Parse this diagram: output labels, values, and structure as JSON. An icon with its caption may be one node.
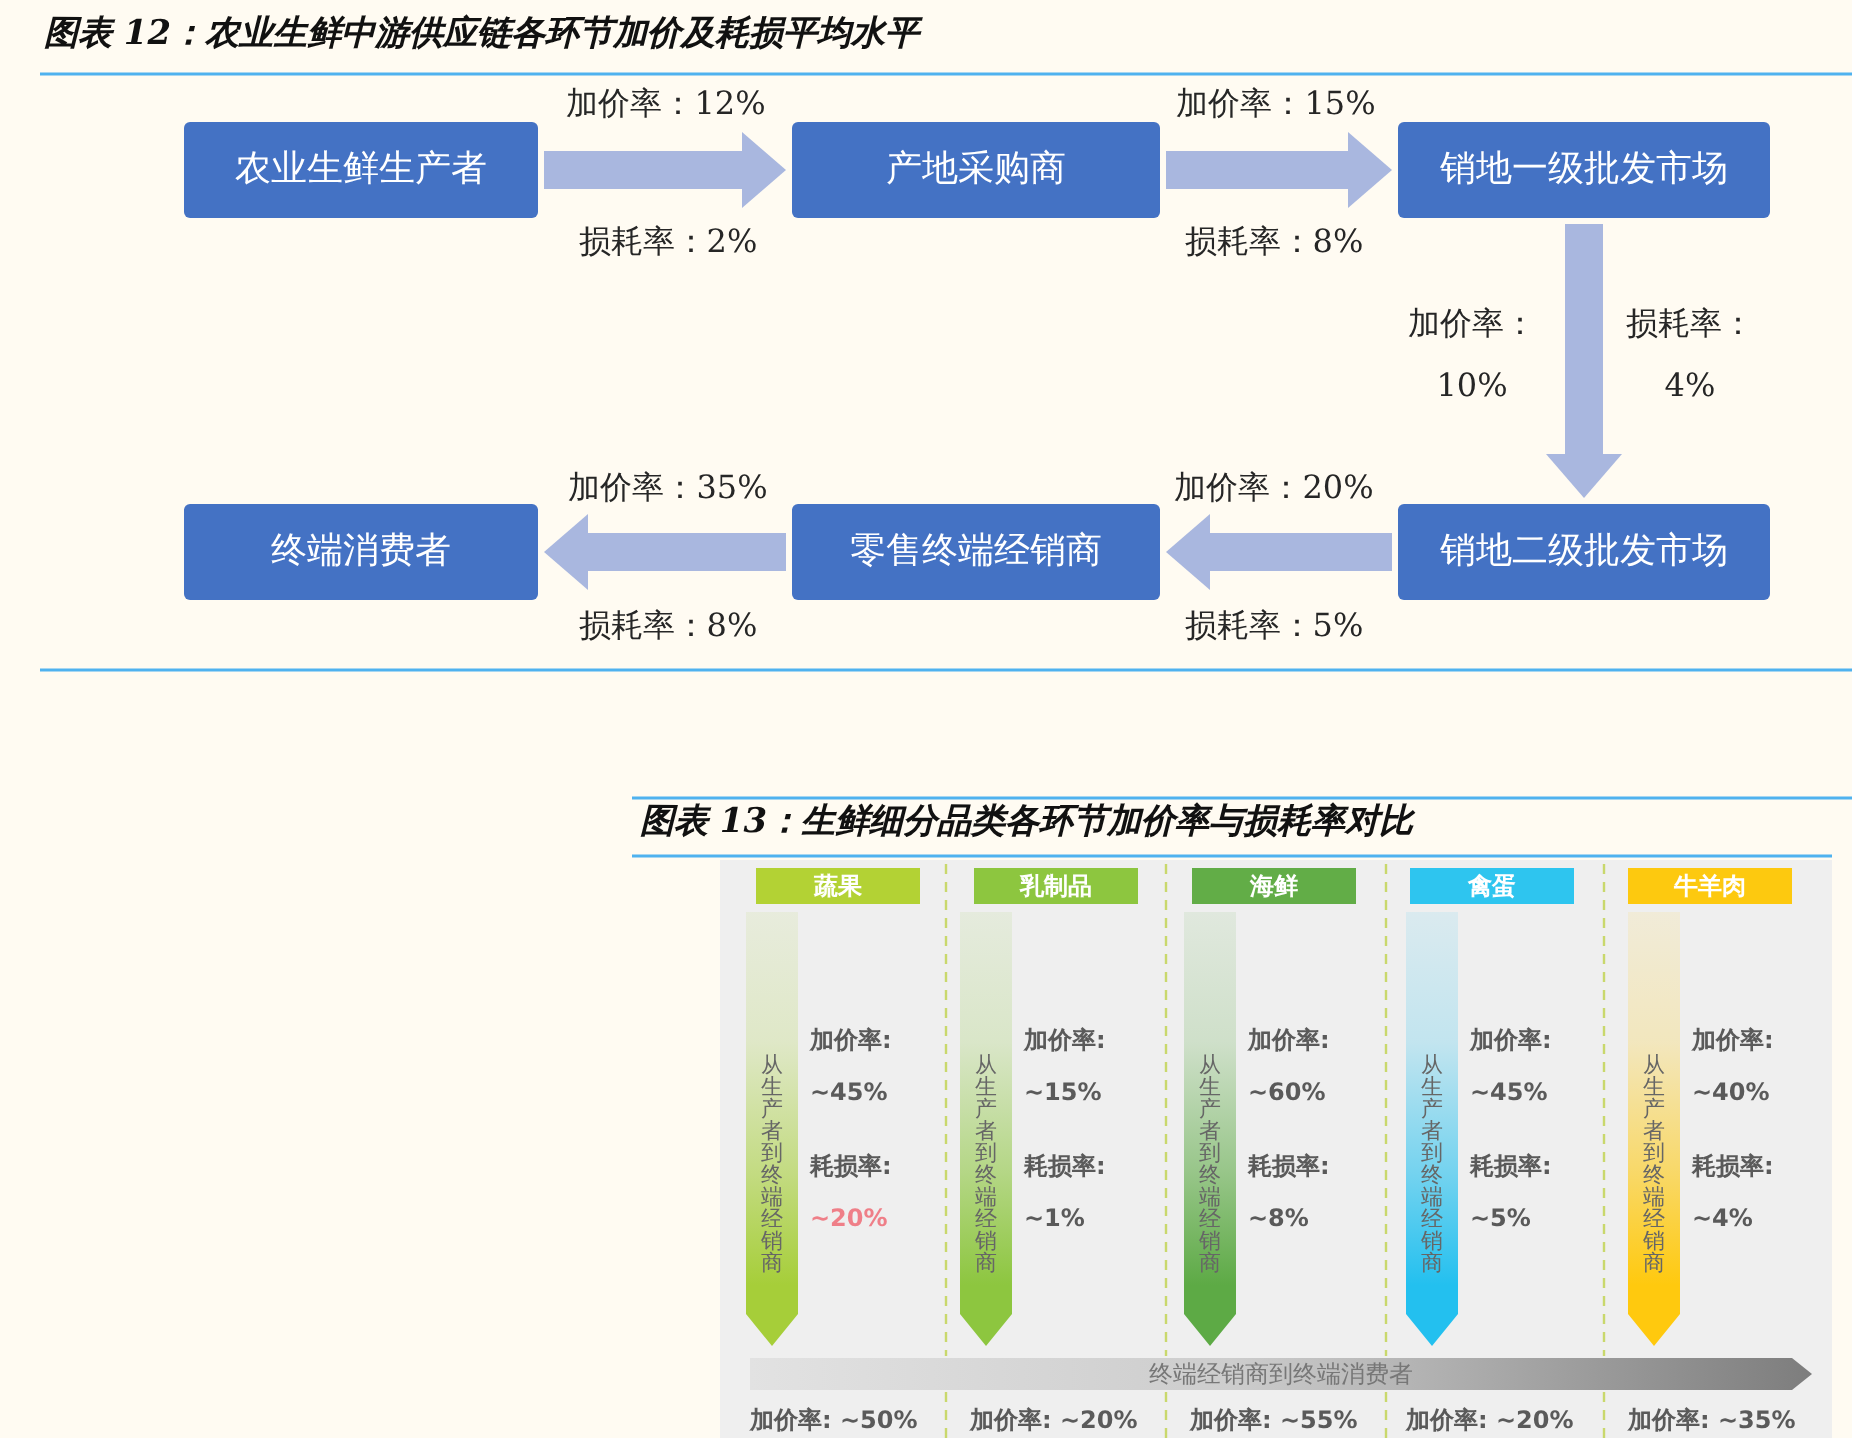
{
  "diagram": {
    "title": "图表 12：农业生鲜中游供应链各环节加价及耗损平均水平",
    "nodes": [
      {
        "text": [
          "农业生鲜生产者"
        ]
      },
      {
        "text": [
          "产地采购商"
        ]
      },
      {
        "text": [
          "销地一级批发市场"
        ]
      },
      {
        "text": [
          "终端消费者"
        ]
      },
      {
        "text": [
          "零售终端经销商"
        ]
      },
      {
        "text": [
          "销地二级批发市场"
        ]
      },
      {
        "text": [
          "蔬果"
        ]
      },
      {
        "text": [
          "乳制品"
        ]
      },
      {
        "text": [
          "海鲜"
        ]
      },
      {
        "text": [
          "禽蛋"
        ]
      },
      {
        "text": [
          "牛羊肉"
        ]
      },
      {
        "text": [
          "从生产者到终端经销商"
        ],
        "beside": [
          "加价率:",
          "~45%",
          "耗损率:",
          "~20%"
        ]
      },
      {
        "text": [
          "从生产者到终端经销商"
        ],
        "beside": [
          "加价率:",
          "~15%",
          "耗损率:",
          "~1%"
        ]
      },
      {
        "text": [
          "从生产者到终端经销商"
        ],
        "beside": [
          "加价率:",
          "~60%",
          "耗损率:",
          "~8%"
        ]
      },
      {
        "text": [
          "从生产者到终端经销商"
        ],
        "beside": [
          "加价率:",
          "~45%",
          "耗损率:",
          "~5%"
        ]
      },
      {
        "text": [
          "从生产者到终端经销商"
        ],
        "beside": [
          "加价率:",
          "~40%",
          "耗损率:",
          "~4%"
        ]
      },
      {
        "text": [
          "终端经销商到终端消费者"
        ]
      }
    ],
    "edges": [
      {
        "from": 0,
        "to": 1,
        "arrow": "to"
      },
      {
        "from": 1,
        "to": 2,
        "arrow": "to"
      },
      {
        "from": 2,
        "to": 5,
        "arrow": "to"
      },
      {
        "from": 5,
        "to": 4,
        "arrow": "to"
      },
      {
        "from": 4,
        "to": 3,
        "arrow": "to"
      }
    ],
    "labels": [
      "加价率：12%",
      "加价率：15%",
      "损耗率：2%",
      "损耗率：8%",
      "加价率：10%",
      "损耗率：4%",
      "加价率：35%",
      "加价率：20%",
      "损耗率：8%",
      "损耗率：5%",
      "图表 13：生鲜细分品类各环节加价率与损耗率对比",
      "加价率: ~50%",
      "加价率: ~20%",
      "加价率: ~55%",
      "加价率: ~20%",
      "加价率: ~35%"
    ]
  }
}
